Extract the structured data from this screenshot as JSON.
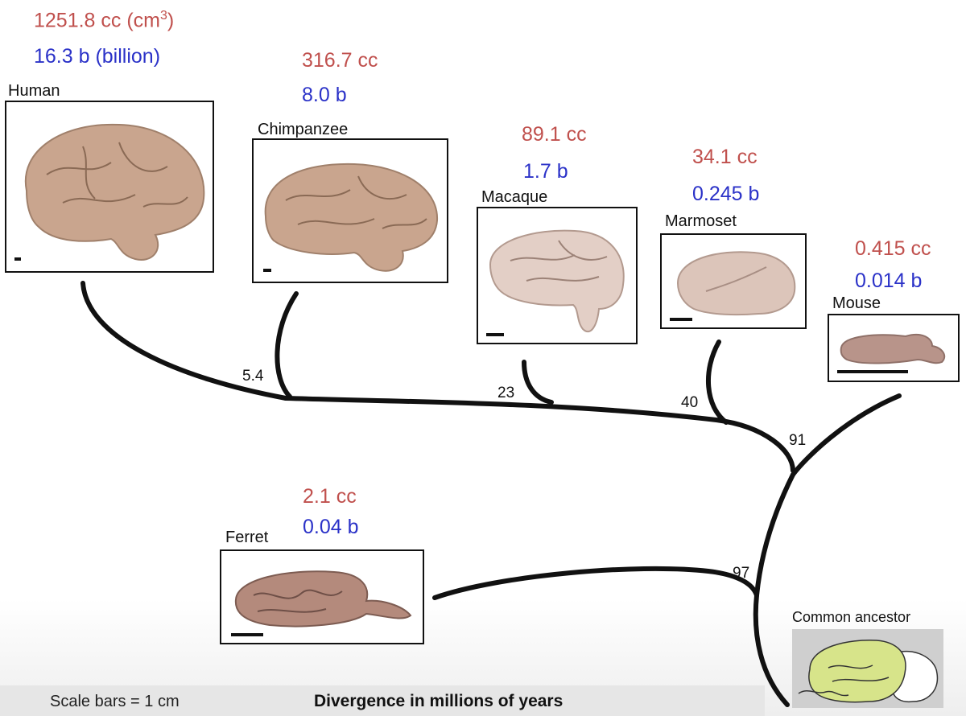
{
  "species": [
    {
      "name": "Human",
      "volume": "1251.8 cc (cm",
      "volume_sup": "3",
      "volume_end": ")",
      "neurons": "16.3 b (billion)"
    },
    {
      "name": "Chimpanzee",
      "volume": "316.7 cc",
      "neurons": "8.0 b"
    },
    {
      "name": "Macaque",
      "volume": "89.1 cc",
      "neurons": "1.7 b"
    },
    {
      "name": "Marmoset",
      "volume": "34.1 cc",
      "neurons": "0.245 b"
    },
    {
      "name": "Mouse",
      "volume": "0.415 cc",
      "neurons": "0.014 b"
    },
    {
      "name": "Ferret",
      "volume": "2.1 cc",
      "neurons": "0.04 b"
    }
  ],
  "nodes": [
    "5.4",
    "23",
    "40",
    "91",
    "97"
  ],
  "ancestor_label": "Common ancestor",
  "footer": {
    "scale_note": "Scale bars = 1 cm",
    "axis_title": "Divergence in millions of years"
  },
  "colors": {
    "volume": "#c0504d",
    "neurons": "#2b32c8",
    "brain": "#c9a58e",
    "ancestor_brain": "#d7e48a"
  }
}
